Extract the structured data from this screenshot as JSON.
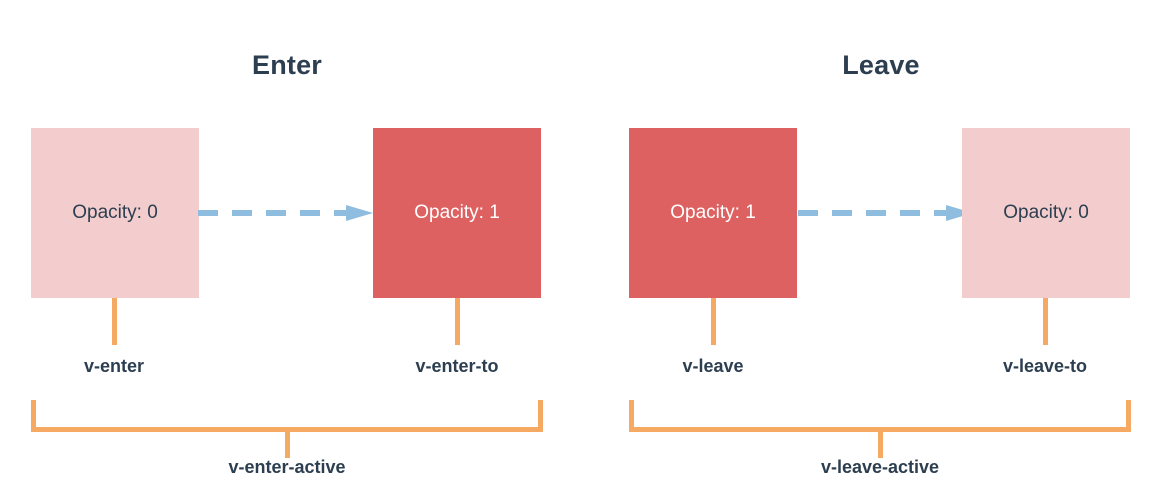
{
  "diagram": {
    "title_enter": "Enter",
    "title_leave": "Leave",
    "colors": {
      "text_dark": "#2c3e50",
      "box_light": "#f3cdcd",
      "box_dark": "#dd6161",
      "arrow_blue": "#8ebddf",
      "bracket_orange": "#f5a962",
      "background": "#ffffff"
    }
  },
  "enter": {
    "title": "Enter",
    "from_box": {
      "text": "Opacity: 0",
      "state": "light"
    },
    "to_box": {
      "text": "Opacity: 1",
      "state": "dark"
    },
    "from_label": "v-enter",
    "to_label": "v-enter-to",
    "active_label": "v-enter-active"
  },
  "leave": {
    "title": "Leave",
    "from_box": {
      "text": "Opacity: 1",
      "state": "dark"
    },
    "to_box": {
      "text": "Opacity: 0",
      "state": "light"
    },
    "from_label": "v-leave",
    "to_label": "v-leave-to",
    "active_label": "v-leave-active"
  }
}
